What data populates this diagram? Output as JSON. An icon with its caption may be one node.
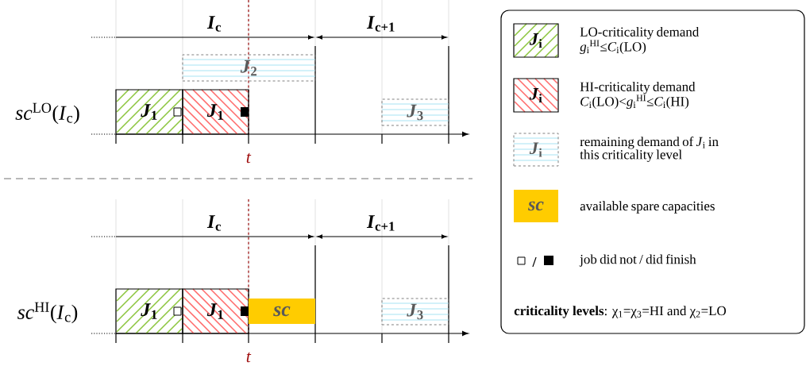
{
  "diagram": {
    "nodes": [
      {
        "text": [
          "*J*$_{2}$"
        ]
      },
      {
        "text": [
          "*J*$_{1}$"
        ]
      },
      {
        "text": [
          "*J*$_{1}$"
        ]
      },
      {
        "text": [
          "*J*$_{3}$"
        ]
      },
      {
        "text": [
          "*J*$_{1}$"
        ]
      },
      {
        "text": [
          "*J*$_{1}$"
        ]
      },
      {
        "text": [
          "*sc*"
        ]
      },
      {
        "text": [
          "*J*$_{3}$"
        ]
      }
    ],
    "labels": [
      "*I*$_{c}$",
      "*I*$_{c+1}$",
      "*sc*$^{LO}$(*I*$_{c}$)",
      "*t*",
      "*I*$_{c}$",
      "*I*$_{c+1}$",
      "*sc*$^{HI}$(*I*$_{c}$)",
      "*t*",
      "*J*$_{i}$",
      "*J*$_{i}$",
      "*J*$_{i}$",
      "*sc*",
      "/",
      "**criticality levels**: χ$_{1}$=χ$_{3}$=HI and χ$_{2}$=LO"
    ],
    "legend": [
      {
        "text": "LO-criticality demand *g*$_{i}$$^{HI}$≤*C*$_{i}$(LO)"
      },
      {
        "text": "HI-criticality demand *C*$_{i}$(LO)<*g*$_{i}$$^{HI}$≤*C*$_{i}$(HI)"
      },
      {
        "text": "remaining demand of *J*$_{i}$ in this criticality level"
      },
      {
        "text": "available spare capacities",
        "color": "#ffcc00"
      },
      {
        "text": "job did not / did finish"
      }
    ]
  }
}
